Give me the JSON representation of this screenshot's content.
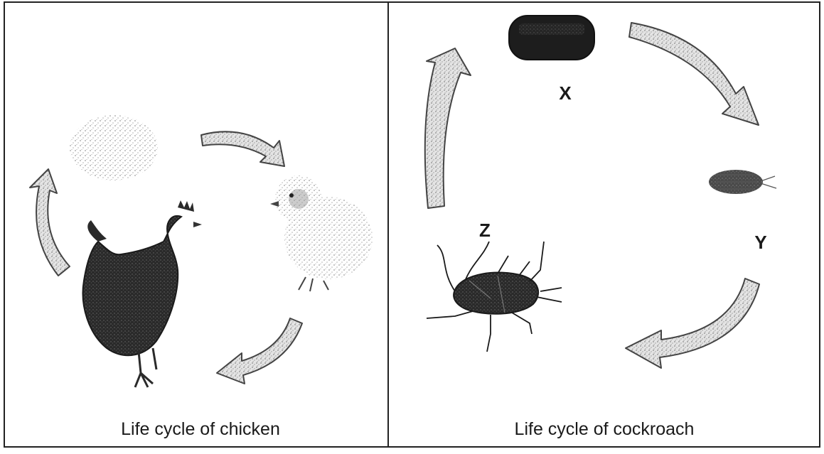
{
  "panels": {
    "chicken": {
      "caption": "Life cycle of chicken",
      "stages": [
        "egg",
        "chick",
        "hen"
      ]
    },
    "cockroach": {
      "caption": "Life cycle of cockroach",
      "stage_labels": {
        "x": "X",
        "y": "Y",
        "z": "Z"
      },
      "stages": [
        "egg case",
        "nymph",
        "adult cockroach"
      ]
    }
  },
  "colors": {
    "border": "#222222",
    "arrow_fill": "#cfcfcf",
    "arrow_stroke": "#444444",
    "ink_dark": "#1a1a1a"
  }
}
